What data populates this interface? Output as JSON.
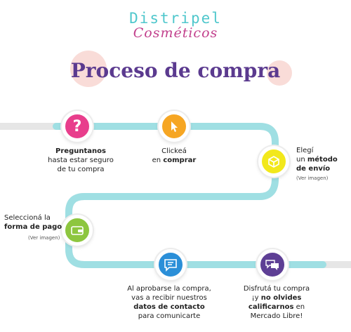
{
  "logo": {
    "brand": "Distripel",
    "script": "Cosméticos"
  },
  "title": "Proceso de compra",
  "colors": {
    "teal": "#9fdfe3",
    "purple": "#5b3a8f",
    "pink": "#e83e8c",
    "orange": "#f6a623",
    "yellow": "#f2e81b",
    "green": "#8dc63f",
    "blue": "#2b8fd8",
    "violet": "#5e3f95"
  },
  "steps": [
    {
      "icon": "question-mark-icon",
      "line1_bold": "Preguntanos",
      "line2": "hasta estar seguro",
      "line3": "de tu compra"
    },
    {
      "icon": "cursor-icon",
      "line1": "Clickeá",
      "line2_pre": "en ",
      "line2_bold": "comprar"
    },
    {
      "icon": "box-icon",
      "line1": "Elegí",
      "line2_pre": "un ",
      "line2_bold": "método",
      "line3_bold": "de envío",
      "note": "(Ver imagen)"
    },
    {
      "icon": "wallet-icon",
      "line1": "Seleccioná la",
      "line2_bold": "forma de pago",
      "note": "(Ver imagen)"
    },
    {
      "icon": "chat-icon",
      "line1": "Al aprobarse la compra,",
      "line2": "vas a recibir nuestros",
      "line3_bold": "datos de contacto",
      "line4": "para comunicarte"
    },
    {
      "icon": "review-icon",
      "line1": "Disfrutá tu compra",
      "line2_pre": "¡y ",
      "line2_bold": "no olvides",
      "line3_bold": "calificarnos",
      "line3_post": " en",
      "line4": "Mercado Libre!"
    }
  ]
}
